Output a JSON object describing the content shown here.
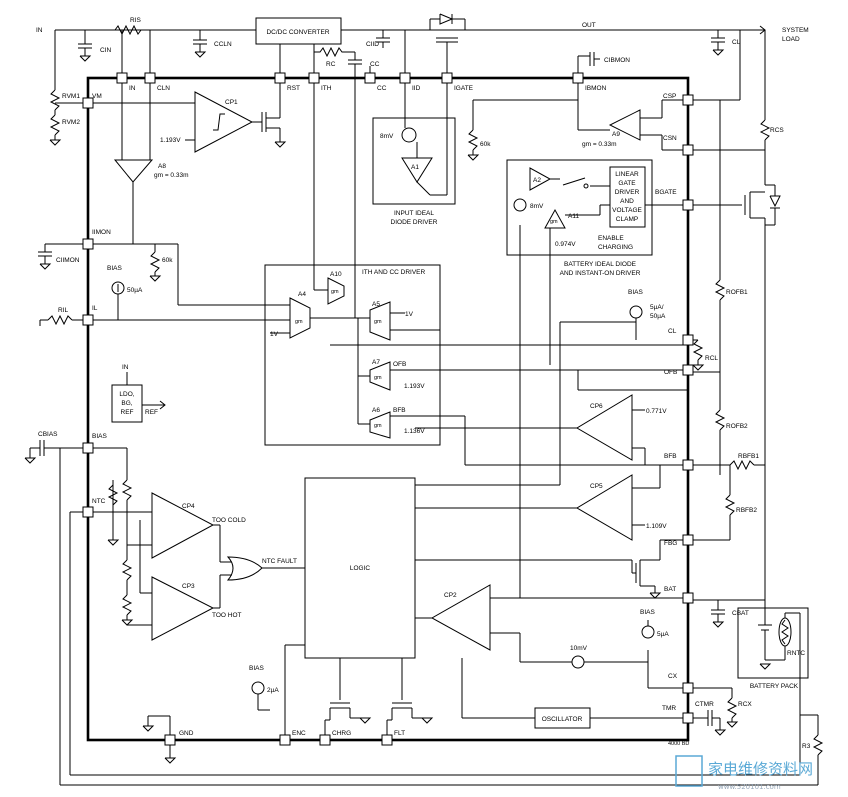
{
  "pins": {
    "in": "IN",
    "cln": "CLN",
    "rst": "RST",
    "ith": "ITH",
    "cc": "CC",
    "iid": "IID",
    "igate": "IGATE",
    "ibmon": "IBMON",
    "vm": "VM",
    "csp": "CSP",
    "csn": "CSN",
    "bgate": "BGATE",
    "iimon": "IIMON",
    "il": "IL",
    "cl": "CL",
    "ofb": "OFB",
    "bias": "BIAS",
    "bfb": "BFB",
    "ntc": "NTC",
    "fbg": "FBG",
    "bat": "BAT",
    "cx": "CX",
    "tmr": "TMR",
    "gnd": "GND",
    "enc": "ENC",
    "chrg": "CHRG",
    "flt": "FLT"
  },
  "labels": {
    "in_wire": "IN",
    "out": "OUT",
    "system_load_1": "SYSTEM",
    "system_load_2": "LOAD",
    "dcdc": "DC/DC CONVERTER",
    "ris": "RIS",
    "cin": "CIN",
    "ccln": "CCLN",
    "rc": "RC",
    "cc_cap": "CC",
    "ciid": "CIID",
    "cibmon": "CIBMON",
    "cl_cap": "CL",
    "rvm1": "RVM1",
    "rvm2": "RVM2",
    "rcs": "RCS",
    "cp1": "CP1",
    "v1193_cp1": "1.193V",
    "a8": "A8",
    "a8_gm": "gm = 0.33m",
    "a9": "A9",
    "a9_gm": "gm = 0.33m",
    "mv8_a1": "8mV",
    "a1": "A1",
    "r60k_a": "60k",
    "input_ideal_1": "INPUT IDEAL",
    "input_ideal_2": "DIODE DRIVER",
    "a2": "A2",
    "mv8_a2": "8mV",
    "a11": "A11",
    "gm": "gm",
    "v0974": "0.974V",
    "lin1": "LINEAR",
    "lin2": "GATE",
    "lin3": "DRIVER",
    "lin4": "AND",
    "lin5": "VOLTAGE",
    "lin6": "CLAMP",
    "enable_1": "ENABLE",
    "enable_2": "CHARGING",
    "battery_ideal_1": "BATTERY IDEAL DIODE",
    "battery_ideal_2": "AND INSTANT-ON DRIVER",
    "cimon": "CIIMON",
    "r60k_b": "60k",
    "bias_src": "BIAS",
    "ua50": "50µA",
    "ril": "RIL",
    "ith_cc": "ITH AND CC DRIVER",
    "a10": "A10",
    "a4": "A4",
    "v1_a4": "1V",
    "a5": "A5",
    "v1_a5": "1V",
    "a7": "A7",
    "ofb_a7": "OFB",
    "v1193_a7": "1.193V",
    "a6": "A6",
    "bfb_a6": "BFB",
    "v1136": "1.136V",
    "bias_cl": "BIAS",
    "ua5_50": "5µA/",
    "ua50b": "50µA",
    "rcl": "RCL",
    "rofb1": "ROFB1",
    "rofb2": "ROFB2",
    "rbfb1": "RBFB1",
    "rbfb2": "RBFB2",
    "cp6": "CP6",
    "v0771": "0.771V",
    "cp5": "CP5",
    "v1109": "1.109V",
    "ldo_1": "LDO,",
    "ldo_2": "BG,",
    "ldo_3": "REF",
    "ref": "REF",
    "in_ldo": "IN",
    "cbias": "CBIAS",
    "cp4": "CP4",
    "too_cold": "TOO COLD",
    "cp3": "CP3",
    "too_hot": "TOO HOT",
    "ntc_fault": "NTC FAULT",
    "logic": "LOGIC",
    "cp2": "CP2",
    "mv10": "10mV",
    "bias_cx": "BIAS",
    "ua5": "5µA",
    "cbat": "CBAT",
    "battery_pack": "BATTERY PACK",
    "rntc": "RNTC",
    "bias_enc": "BIAS",
    "ua2": "2µA",
    "oscillator": "OSCILLATOR",
    "ctmr": "CTMR",
    "rcx": "RCX",
    "r3": "R3",
    "code": "4000 BD"
  },
  "watermark": {
    "title": "家电维修资料网",
    "url": "www.520101.com"
  }
}
